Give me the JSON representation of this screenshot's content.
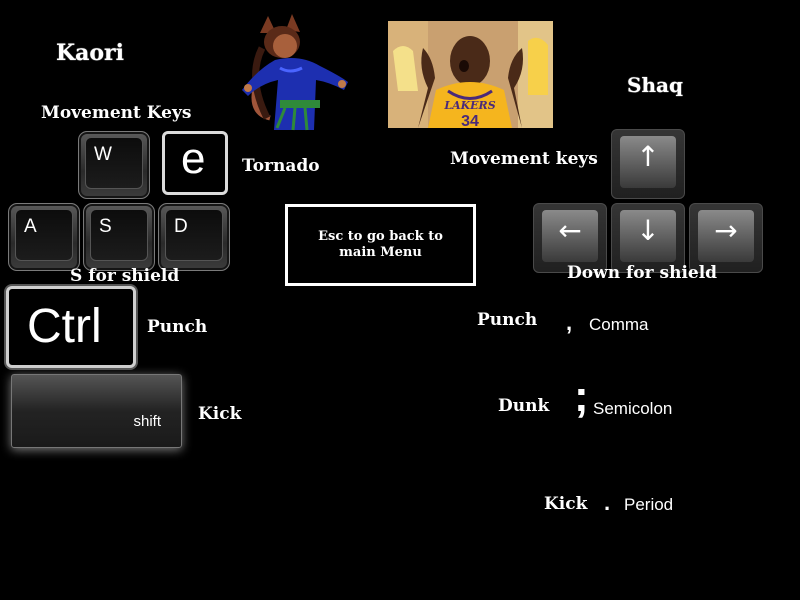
{
  "left_player": {
    "name": "Kaori",
    "movement_title": "Movement Keys",
    "keys": {
      "w": "W",
      "a": "A",
      "s": "S",
      "d": "D",
      "e": "e",
      "ctrl": "Ctrl",
      "shift": "shift"
    },
    "tornado_label": "Tornado",
    "shield_label": "S for shield",
    "punch_label": "Punch",
    "kick_label": "Kick"
  },
  "menu": {
    "line1": "Esc to go back to",
    "line2": "main Menu"
  },
  "right_player": {
    "name": "Shaq",
    "movement_title": "Movement keys",
    "arrows": {
      "up": "↑",
      "left": "←",
      "down": "↓",
      "right": "→"
    },
    "shield_label": "Down for shield",
    "actions": [
      {
        "label": "Punch",
        "symbol": ",",
        "key_name": "Comma"
      },
      {
        "label": "Dunk",
        "symbol": ";",
        "key_name": "Semicolon"
      },
      {
        "label": "Kick",
        "symbol": ".",
        "key_name": "Period"
      }
    ],
    "jersey_text": "LAKERS",
    "jersey_number": "34"
  },
  "colors": {
    "background": "#000000",
    "text": "#ffffff",
    "lakers_gold": "#f5b51e",
    "lakers_purple": "#4a2a7a"
  }
}
